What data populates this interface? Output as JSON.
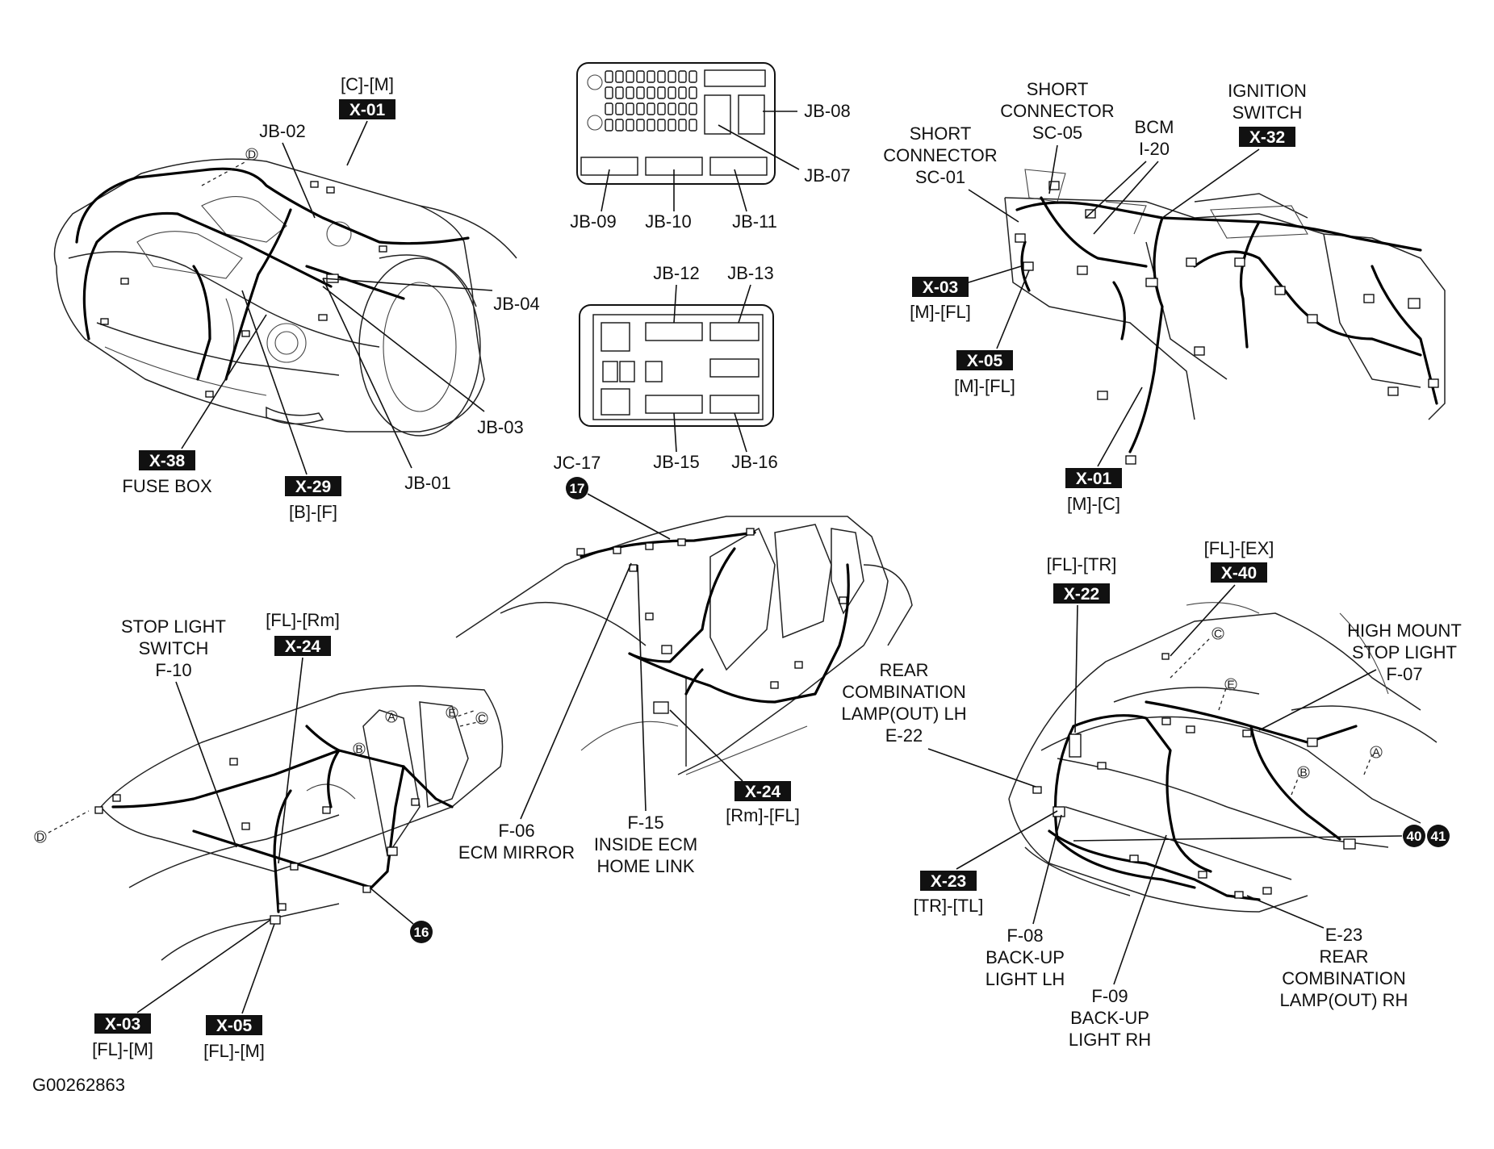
{
  "doc_id": "G00262863",
  "engine_bay": {
    "x01_route": "[C]-[M]",
    "x01_tag": "X-01",
    "jb02": "JB-02",
    "jb04": "JB-04",
    "jb03": "JB-03",
    "jb01": "JB-01",
    "x38_tag": "X-38",
    "fuse_box": "FUSE BOX",
    "x29_tag": "X-29",
    "x29_route": "[B]-[F]",
    "ref_d": "D"
  },
  "junction_block_upper": {
    "jb08": "JB-08",
    "jb07": "JB-07",
    "jb09": "JB-09",
    "jb10": "JB-10",
    "jb11": "JB-11"
  },
  "junction_block_lower": {
    "jb12": "JB-12",
    "jb13": "JB-13",
    "jb15": "JB-15",
    "jb16": "JB-16"
  },
  "instrument_panel": {
    "short_connector_05": [
      "SHORT",
      "CONNECTOR",
      "SC-05"
    ],
    "bcm": [
      "BCM",
      "I-20"
    ],
    "ignition_switch": [
      "IGNITION",
      "SWITCH"
    ],
    "x32_tag": "X-32",
    "short_connector_01": [
      "SHORT",
      "CONNECTOR",
      "SC-01"
    ],
    "x03_tag": "X-03",
    "x03_route": "[M]-[FL]",
    "x05_tag": "X-05",
    "x05_route": "[M]-[FL]",
    "x01_tag": "X-01",
    "x01_route": "[M]-[C]"
  },
  "roof": {
    "jc17": "JC-17",
    "jc17_circle": "17",
    "f06": [
      "F-06",
      "ECM MIRROR"
    ],
    "f15": [
      "F-15",
      "INSIDE ECM",
      "HOME LINK"
    ],
    "x24_tag": "X-24",
    "x24_route": "[Rm]-[FL]"
  },
  "floor": {
    "stop_light_switch": [
      "STOP LIGHT",
      "SWITCH",
      "F-10"
    ],
    "x24_route": "[FL]-[Rm]",
    "x24_tag": "X-24",
    "circle16": "16",
    "x03_tag": "X-03",
    "x03_route": "[FL]-[M]",
    "x05_tag": "X-05",
    "x05_route": "[FL]-[M]",
    "ref_a": "A",
    "ref_b": "B",
    "ref_c": "C",
    "ref_d": "D",
    "ref_e": "E"
  },
  "rear": {
    "x40_route": "[FL]-[EX]",
    "x40_tag": "X-40",
    "x22_route": "[FL]-[TR]",
    "x22_tag": "X-22",
    "high_mount": [
      "HIGH MOUNT",
      "STOP LIGHT",
      "F-07"
    ],
    "rear_combo_lh": [
      "REAR",
      "COMBINATION",
      "LAMP(OUT) LH",
      "E-22"
    ],
    "circle40": "40",
    "circle41": "41",
    "x23_tag": "X-23",
    "x23_route": "[TR]-[TL]",
    "f08": [
      "F-08",
      "BACK-UP",
      "LIGHT LH"
    ],
    "f09": [
      "F-09",
      "BACK-UP",
      "LIGHT RH"
    ],
    "e23": [
      "E-23",
      "REAR",
      "COMBINATION",
      "LAMP(OUT) RH"
    ],
    "ref_a": "A",
    "ref_b": "B",
    "ref_c": "C",
    "ref_e": "E"
  }
}
